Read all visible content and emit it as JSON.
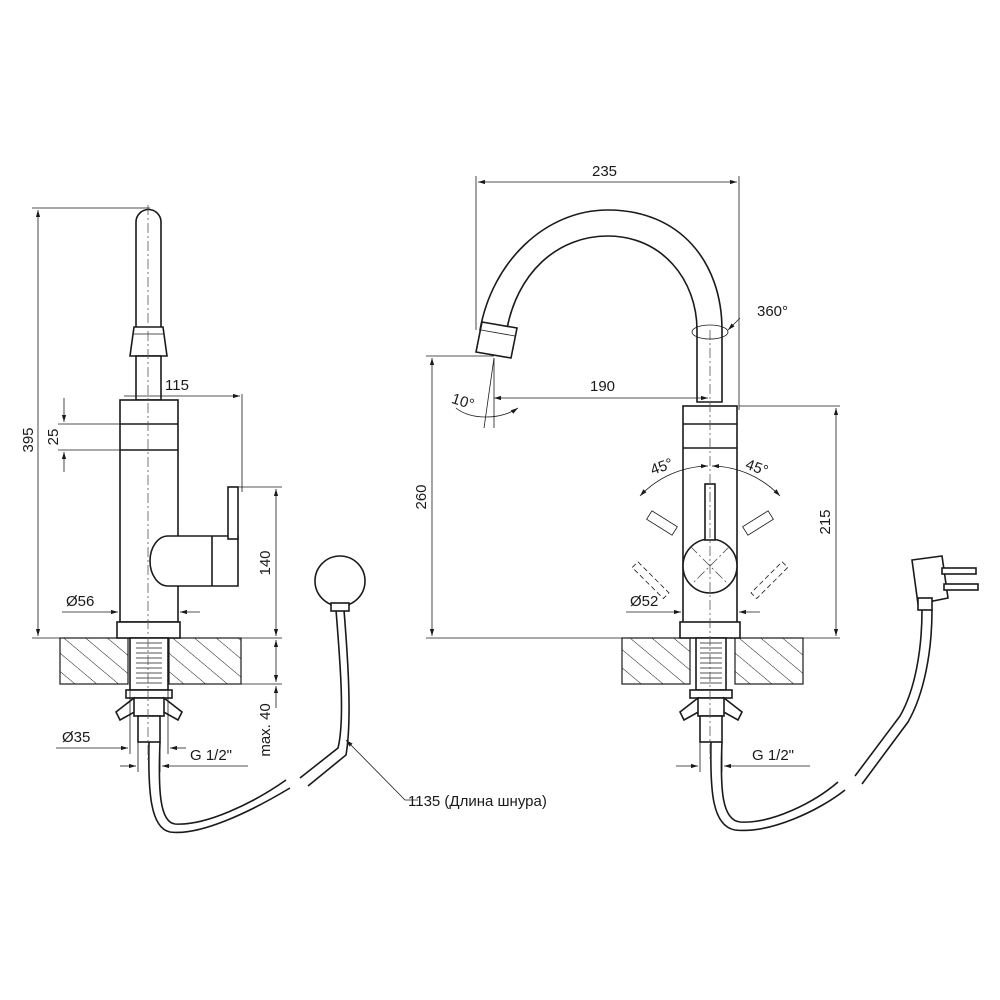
{
  "labels": {
    "height_total": "395",
    "reach_side": "115",
    "ring_height": "25",
    "handle_height": "140",
    "dia_body_side": "Ø56",
    "dia_shank": "Ø35",
    "thread_side": "G 1/2\"",
    "max_thickness": "max. 40",
    "cord_length": "1135 (Длина шнура)",
    "width_total": "235",
    "reach_front": "190",
    "swivel_angle": "360°",
    "tilt_angle": "10°",
    "spout_height": "260",
    "body_height": "215",
    "lever_angle_left": "45°",
    "lever_angle_right": "45°",
    "dia_body_front": "Ø52",
    "thread_front": "G 1/2\""
  }
}
